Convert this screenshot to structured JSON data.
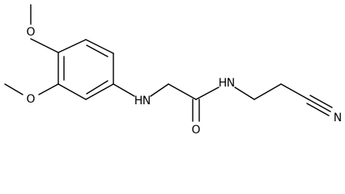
{
  "molecule": {
    "atom_labels": {
      "o_top": "O",
      "o_left": "O",
      "n_amine": "N",
      "h_amine": "H",
      "n_amide": "N",
      "h_amide": "H",
      "o_carbonyl": "O",
      "n_nitrile": "N"
    },
    "colors": {
      "bond": "#000000",
      "label": "#000000",
      "background": "#ffffff"
    }
  }
}
